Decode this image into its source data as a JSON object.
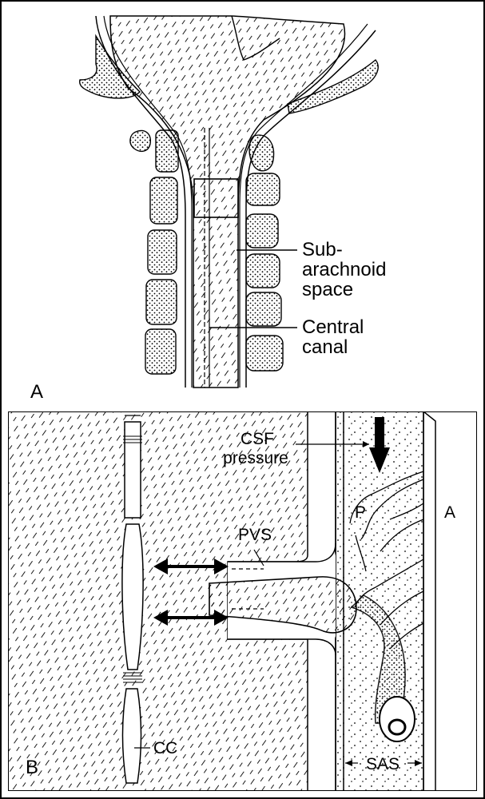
{
  "panel_a": {
    "panel_label": "A",
    "subarachnoid_label": [
      "Sub-",
      "arachnoid",
      "space"
    ],
    "central_canal_label": [
      "Central",
      "canal"
    ]
  },
  "panel_b": {
    "panel_label": "B",
    "csf_label": [
      "CSF",
      "pressure"
    ],
    "pvs_label": "PVS",
    "p_label": "P",
    "a_label": "A",
    "cc_label": "CC",
    "sas_label": "SAS"
  },
  "colors": {
    "ink": "#000000",
    "paper": "#ffffff"
  }
}
